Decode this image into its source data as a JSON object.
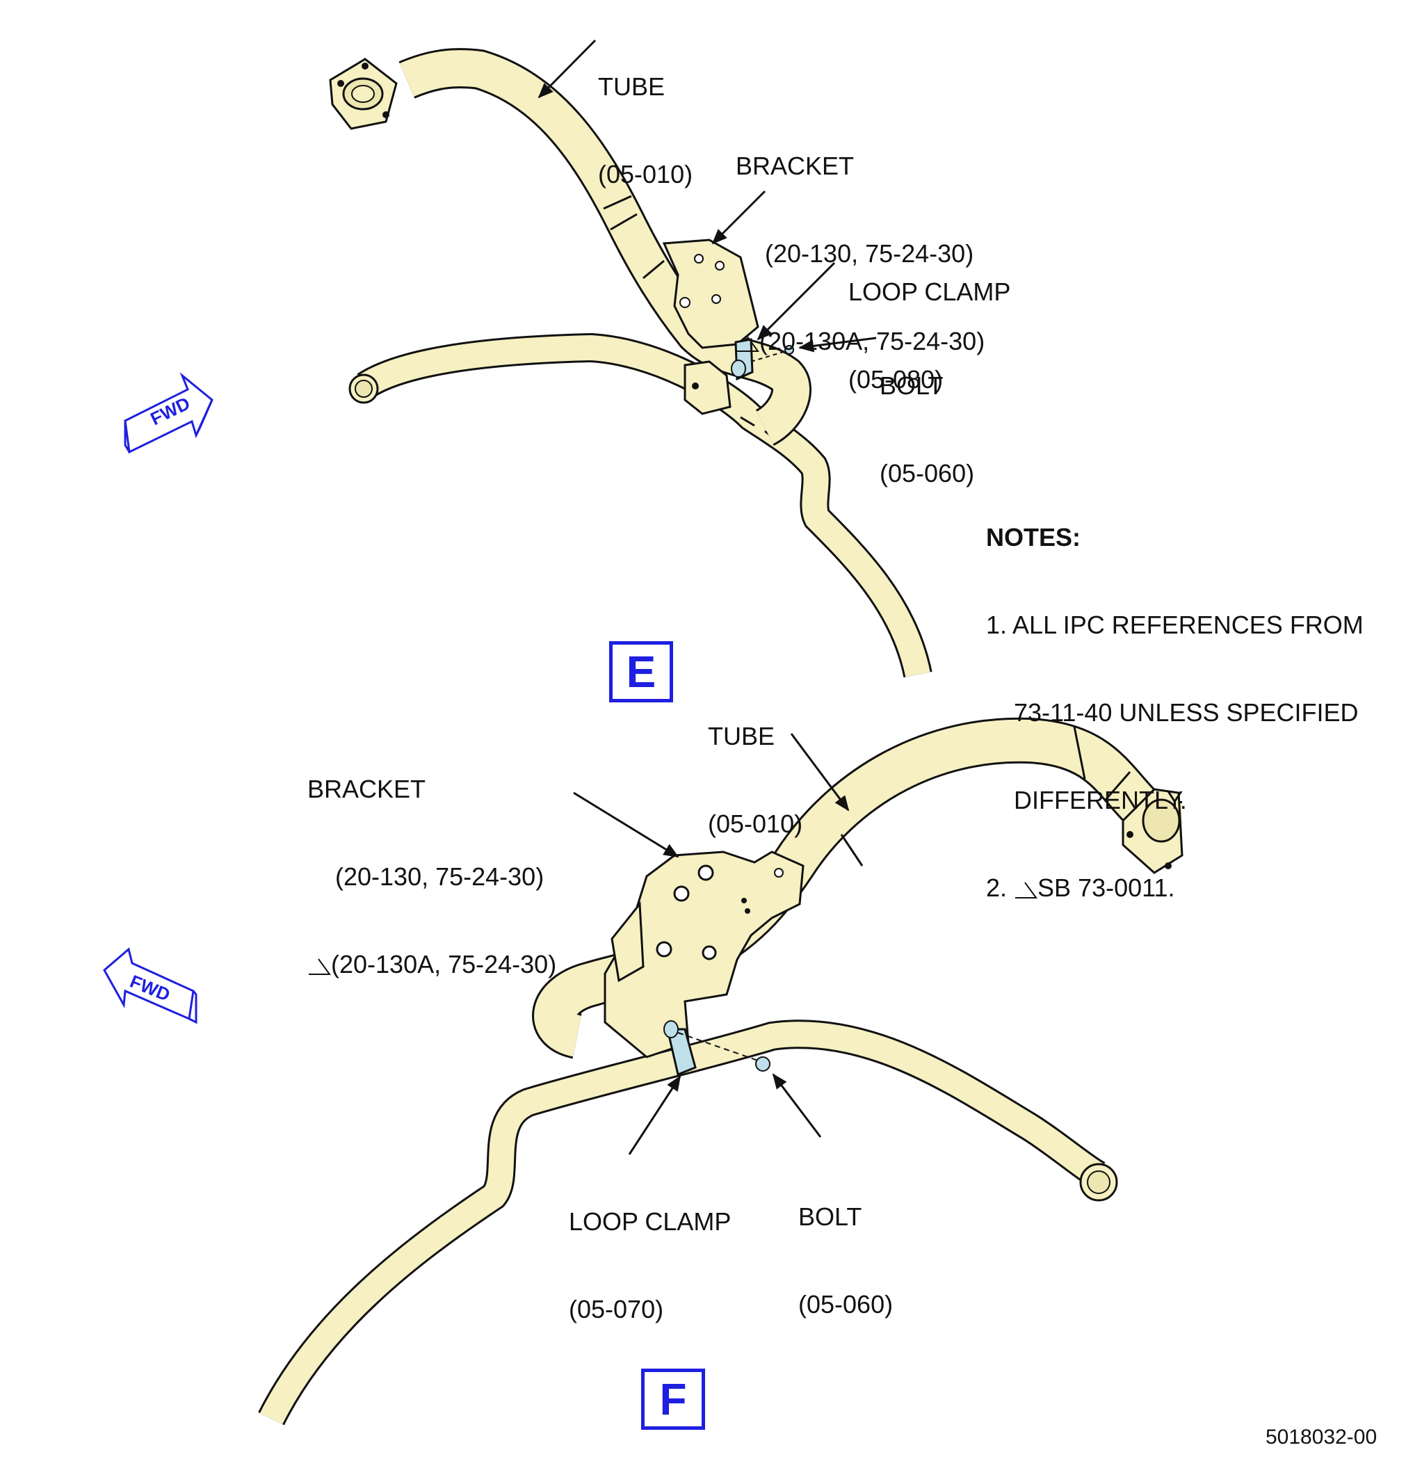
{
  "view_e": {
    "tube_label": "TUBE",
    "tube_ref": "(05-010)",
    "bracket_label": "BRACKET",
    "bracket_ref1": "(20-130, 75-24-30)",
    "bracket_ref2": "(20-130A, 75-24-30)",
    "clamp_label": "LOOP CLAMP",
    "clamp_ref": "(05-080)",
    "bolt_label": "BOLT",
    "bolt_ref": "(05-060)",
    "fwd": "FWD",
    "view_letter": "E"
  },
  "view_f": {
    "tube_label": "TUBE",
    "tube_ref": "(05-010)",
    "bracket_label": "BRACKET",
    "bracket_ref1": "(20-130, 75-24-30)",
    "bracket_ref2": "(20-130A, 75-24-30)",
    "clamp_label": "LOOP CLAMP",
    "clamp_ref": "(05-070)",
    "bolt_label": "BOLT",
    "bolt_ref": "(05-060)",
    "fwd": "FWD",
    "view_letter": "F"
  },
  "notes": {
    "title": "NOTES:",
    "n1_line1": "1. ALL IPC REFERENCES FROM",
    "n1_line2": "73-11-40 UNLESS SPECIFIED",
    "n1_line3": "DIFFERENTLY.",
    "n2_prefix": "2.",
    "n2_text": "SB 73-0011."
  },
  "doc_id": "5018032-00",
  "colors": {
    "tube_fill": "#f6f0c2",
    "clamp_fill": "#bfe0ea",
    "accent_blue": "#1f1fe0",
    "outline": "#111111"
  }
}
